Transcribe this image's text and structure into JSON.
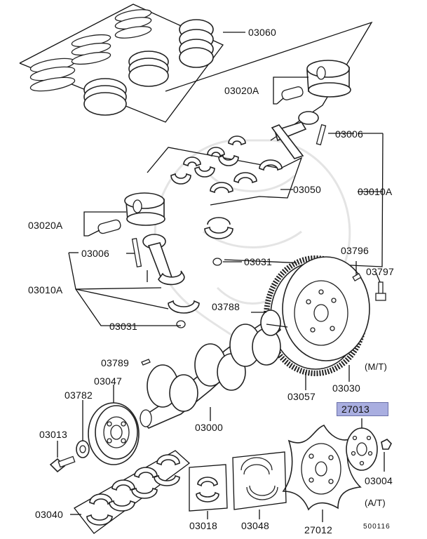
{
  "diagram": {
    "labels": {
      "p03060": "03060",
      "p03020A_top": "03020A",
      "p03006_top": "03006",
      "p03010A_right": "03010A",
      "p03050": "03050",
      "p03020A_left": "03020A",
      "p03006_left": "03006",
      "p03031_mid": "03031",
      "p03010A_left": "03010A",
      "p03031_left": "03031",
      "p03796": "03796",
      "p03797": "03797",
      "p03788": "03788",
      "mt": "(M/T)",
      "p03789": "03789",
      "p03047": "03047",
      "p03782": "03782",
      "p03000": "03000",
      "p03057": "03057",
      "p03030": "03030",
      "p27013": "27013",
      "p03013": "03013",
      "p03004": "03004",
      "at": "(A/T)",
      "p03040": "03040",
      "p03018": "03018",
      "p03048": "03048",
      "p27012": "27012",
      "diagram_id": "500116"
    },
    "highlight_color": "#a9aee0"
  }
}
